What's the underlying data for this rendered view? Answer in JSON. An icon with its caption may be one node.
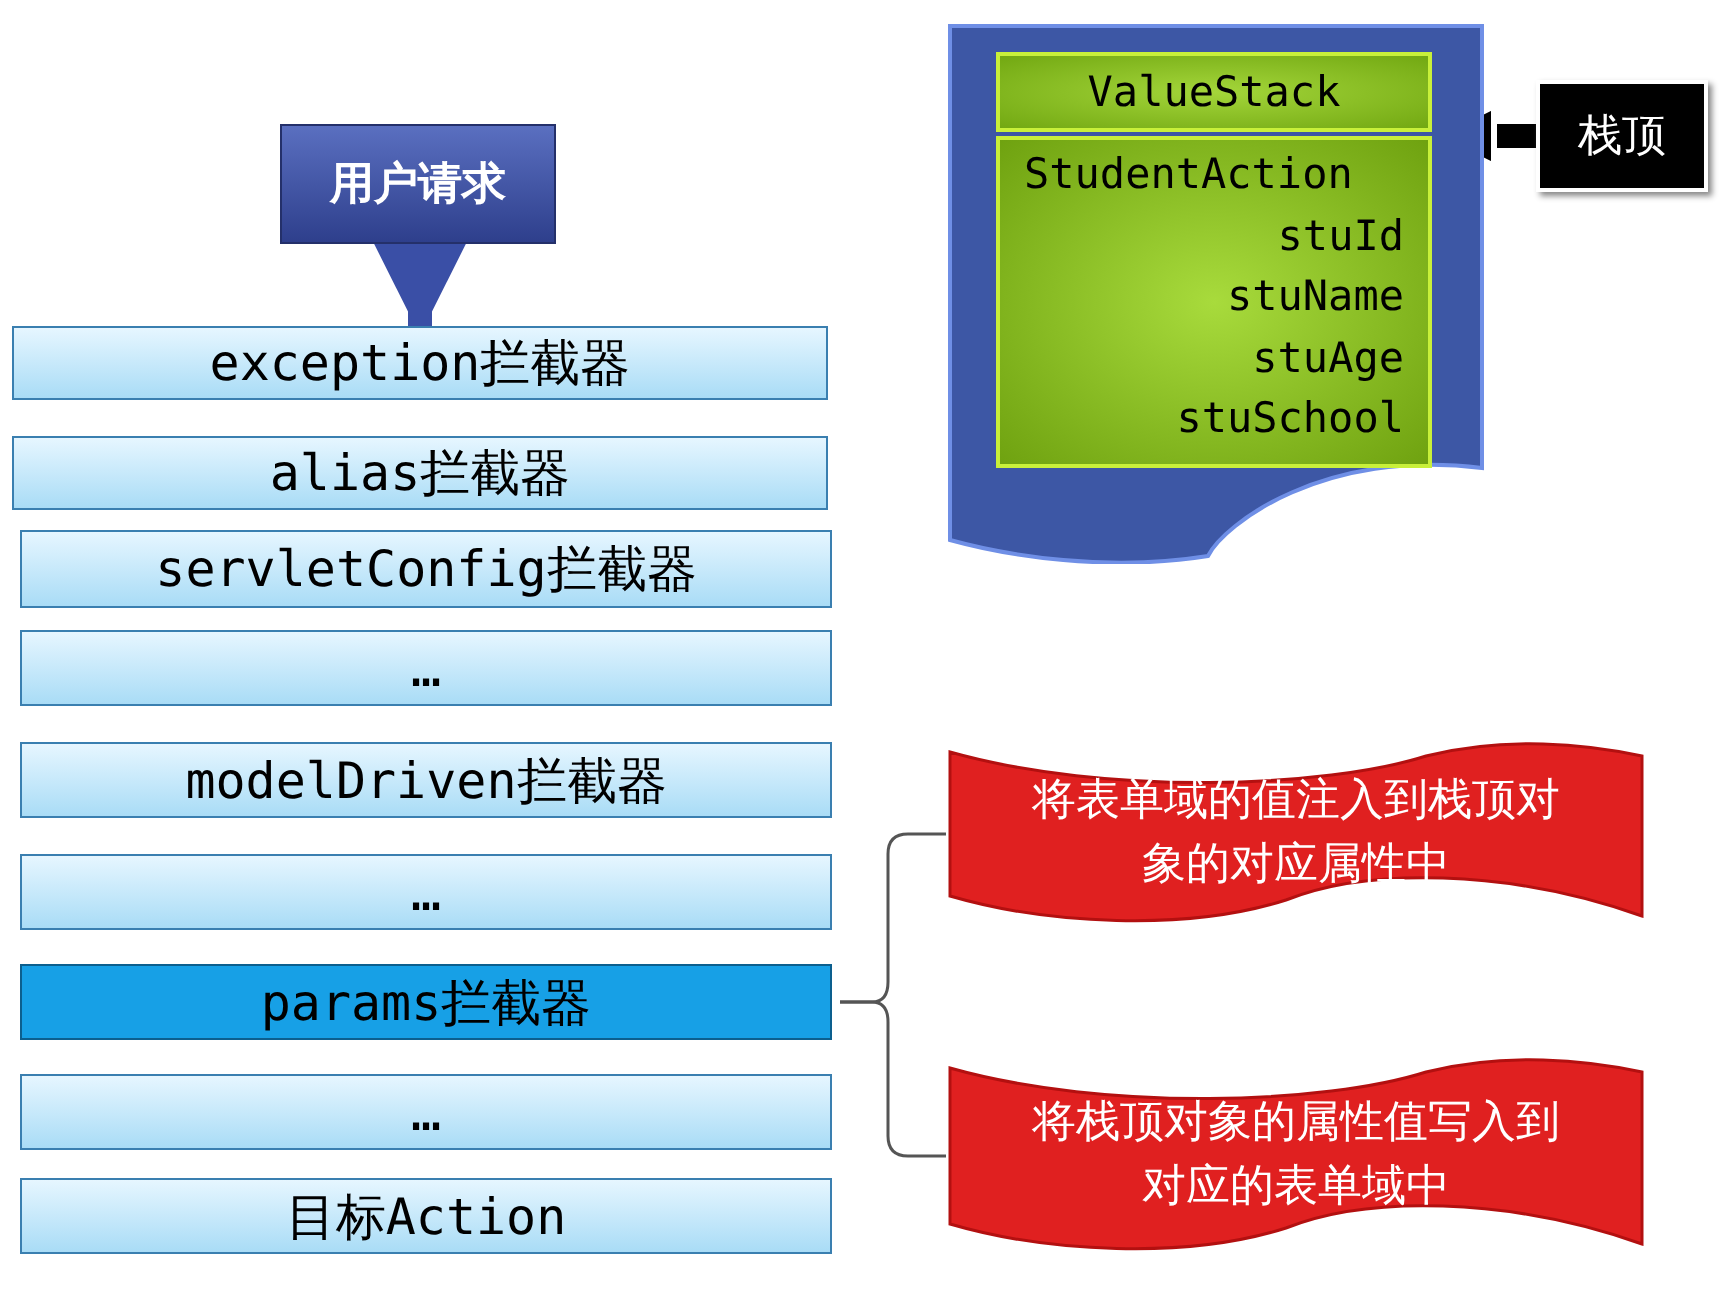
{
  "diagram": {
    "nodes": [
      {
        "text": [
          "用户请求"
        ]
      },
      {
        "text": [
          "exception拦截器"
        ]
      },
      {
        "text": [
          "alias拦截器"
        ]
      },
      {
        "text": [
          "servletConfig拦截器"
        ]
      },
      {
        "text": [
          "…"
        ]
      },
      {
        "text": [
          "modelDriven拦截器"
        ]
      },
      {
        "text": [
          "…"
        ]
      },
      {
        "text": [
          "params拦截器"
        ]
      },
      {
        "text": [
          "…"
        ]
      },
      {
        "text": [
          "目标Action"
        ]
      },
      {
        "text": [],
        "shape": "document"
      },
      {
        "text": [
          "ValueStack"
        ],
        "in": 10
      },
      {
        "text": [
          "StudentAction",
          "stuId",
          "stuName",
          "stuAge",
          "stuSchool"
        ],
        "in": 10
      },
      {
        "text": [
          "栈顶"
        ]
      },
      {
        "text": [
          "将表单域的值注入到栈顶对象的对应属性中"
        ]
      },
      {
        "text": [
          "将栈顶对象的属性值写入到对应的表单域中"
        ]
      }
    ],
    "edges": [
      {
        "from": 0,
        "to": 1,
        "arrow": "to",
        "style": "thick",
        "color": "#3a4fa6"
      },
      {
        "from": 13,
        "to": 12,
        "arrow": "to",
        "style": "thick",
        "color": "#000000"
      },
      {
        "from": 7,
        "to": 14,
        "arrow": "none"
      },
      {
        "from": 7,
        "to": 15,
        "arrow": "none"
      }
    ]
  }
}
